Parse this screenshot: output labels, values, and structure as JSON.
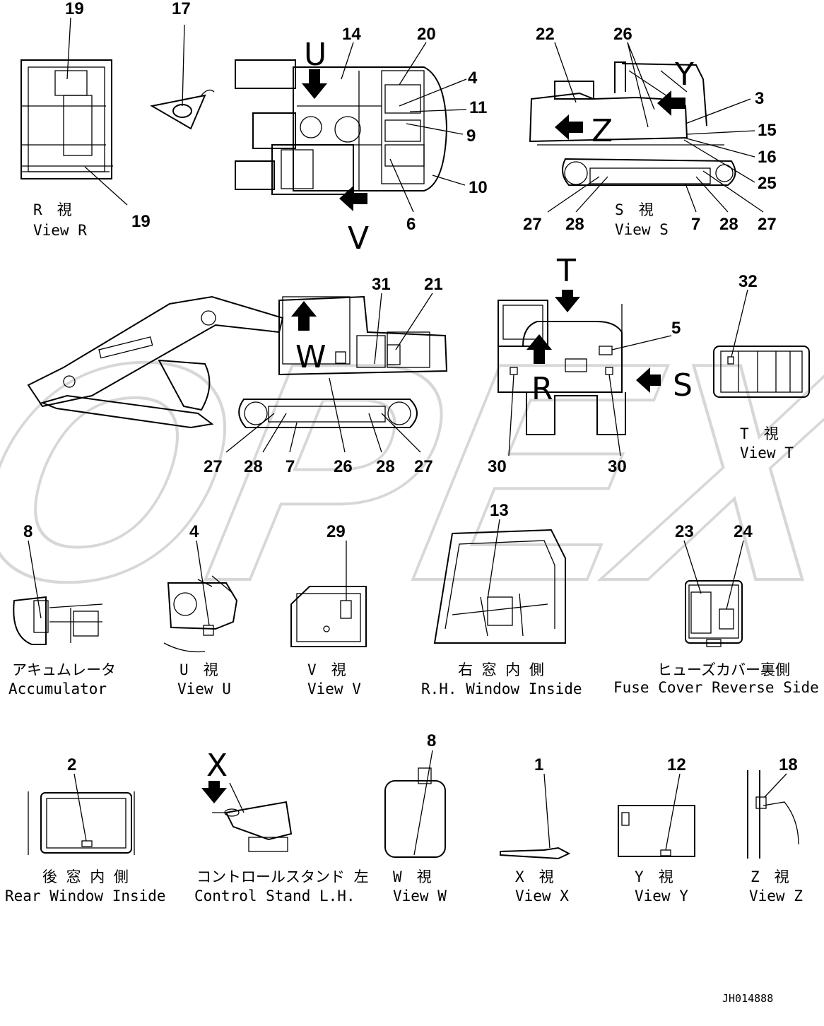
{
  "watermark": "OPEX",
  "drawing_code": "JH014888",
  "views": {
    "view_r": {
      "jp": "R　視",
      "en": "View R",
      "callouts": [
        "19",
        "19"
      ]
    },
    "pattern_17": {
      "callouts": [
        "17"
      ]
    },
    "view_top": {
      "arrow_top": "U",
      "arrow_bottom": "V",
      "callouts": [
        "14",
        "20",
        "4",
        "11",
        "9",
        "10",
        "6"
      ]
    },
    "view_s": {
      "jp": "S　視",
      "en": "View S",
      "arrow": "Y",
      "letter": "Z",
      "callouts": [
        "22",
        "26",
        "3",
        "15",
        "16",
        "25",
        "27",
        "28",
        "7",
        "28",
        "27"
      ]
    },
    "side_view": {
      "letter": "W",
      "callouts": [
        "31",
        "21",
        "27",
        "28",
        "7",
        "26",
        "28",
        "27"
      ]
    },
    "rear_view": {
      "arrow_top": "T",
      "letter": "R",
      "arrow_side": "S",
      "callouts": [
        "5",
        "30",
        "30"
      ]
    },
    "view_t": {
      "jp": "T　視",
      "en": "View T",
      "callouts": [
        "32"
      ]
    },
    "accumulator": {
      "jp": "アキュムレータ",
      "en": "Accumulator",
      "callouts": [
        "8"
      ]
    },
    "view_u": {
      "jp": "U　視",
      "en": "View U",
      "callouts": [
        "4"
      ]
    },
    "view_v": {
      "jp": "V　視",
      "en": "View V",
      "callouts": [
        "29"
      ]
    },
    "rh_window": {
      "jp": "右 窓 内 側",
      "en": "R.H. Window Inside",
      "callouts": [
        "13"
      ]
    },
    "fuse_cover": {
      "jp": "ヒューズカバー裏側",
      "en": "Fuse Cover Reverse Side",
      "callouts": [
        "23",
        "24"
      ]
    },
    "rear_window": {
      "jp": "後 窓 内 側",
      "en": "Rear Window Inside",
      "callouts": [
        "2"
      ]
    },
    "control_stand": {
      "jp": "コントロールスタンド 左",
      "en": "Control Stand L.H.",
      "arrow": "X"
    },
    "view_w": {
      "jp": "W　視",
      "en": "View W",
      "callouts": [
        "8"
      ]
    },
    "view_x": {
      "jp": "X　視",
      "en": "View X",
      "callouts": [
        "1"
      ]
    },
    "view_y": {
      "jp": "Y　視",
      "en": "View Y",
      "callouts": [
        "12"
      ]
    },
    "view_z": {
      "jp": "Z　視",
      "en": "View Z",
      "callouts": [
        "18"
      ]
    }
  }
}
